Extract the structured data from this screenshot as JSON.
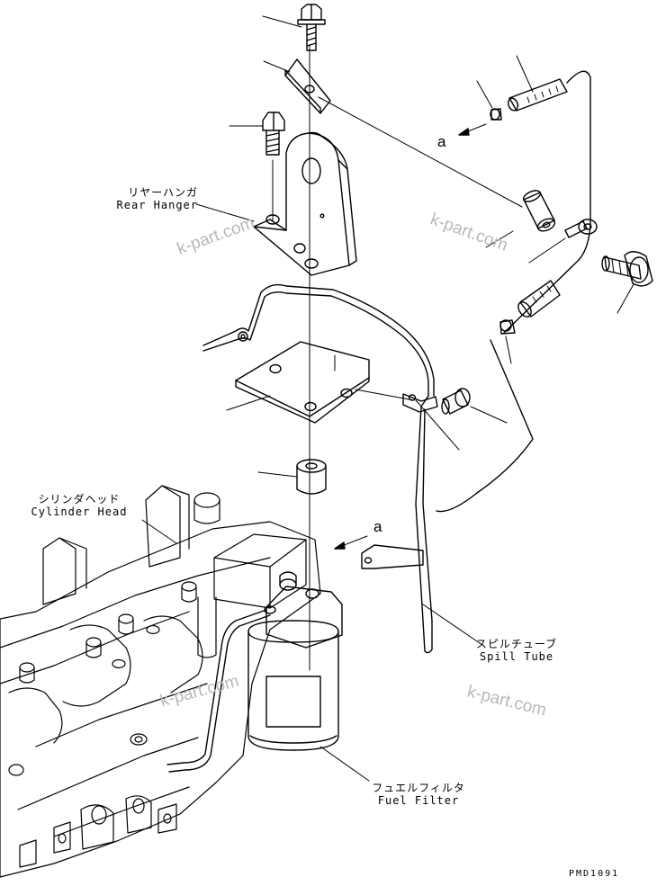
{
  "labels": {
    "rear_hanger": {
      "jp": "リヤーハンガ",
      "en": "Rear Hanger"
    },
    "cylinder_head": {
      "jp": "シリンダヘッド",
      "en": "Cylinder Head"
    },
    "spill_tube": {
      "jp": "スピルチューブ",
      "en": "Spill Tube"
    },
    "fuel_filter": {
      "jp": "フュエルフィルタ",
      "en": "Fuel Filter"
    }
  },
  "ref_marks": {
    "upper": "a",
    "lower": "a"
  },
  "watermark": "k-part.com",
  "drawing_code": "PMD1091",
  "colors": {
    "line": "#000000",
    "watermark": "#b8b8b8"
  }
}
